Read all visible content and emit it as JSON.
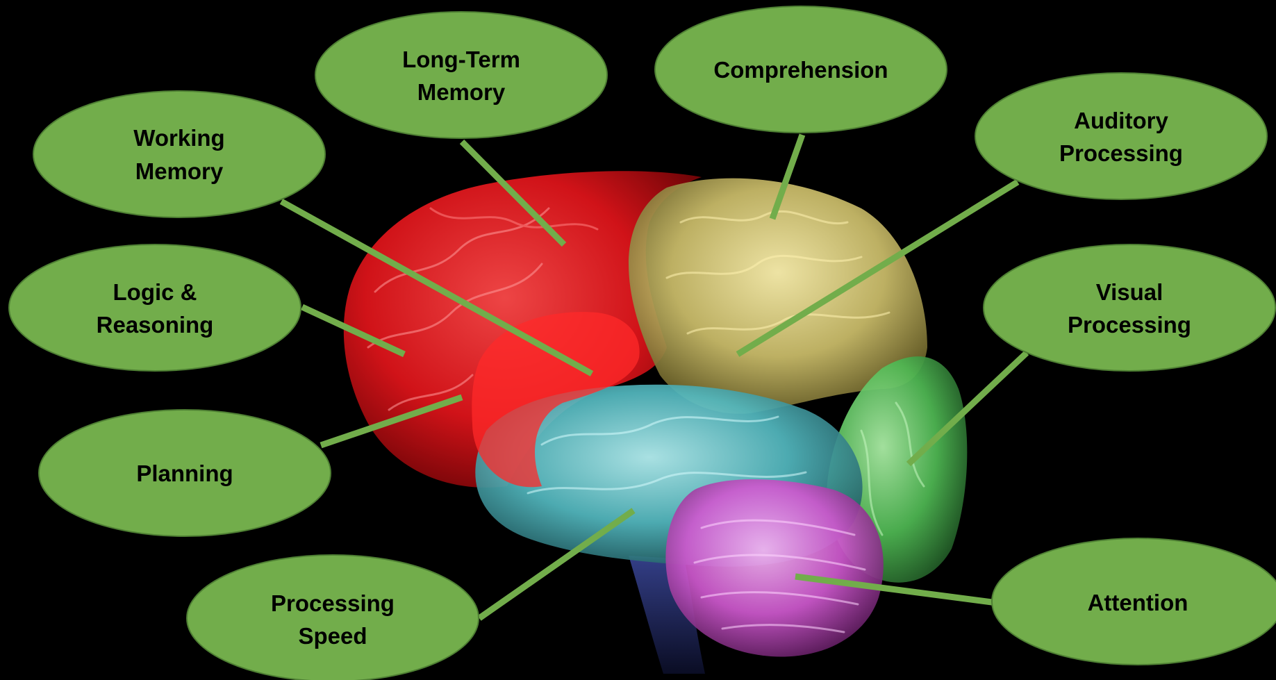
{
  "diagram": {
    "labels": [
      {
        "id": "working-memory",
        "lines": [
          "Working",
          "Memory"
        ]
      },
      {
        "id": "long-term-memory",
        "lines": [
          "Long-Term",
          "Memory"
        ]
      },
      {
        "id": "comprehension",
        "lines": [
          "Comprehension"
        ]
      },
      {
        "id": "auditory-processing",
        "lines": [
          "Auditory",
          "Processing"
        ]
      },
      {
        "id": "logic-reasoning",
        "lines": [
          "Logic &",
          "Reasoning"
        ]
      },
      {
        "id": "visual-processing",
        "lines": [
          "Visual",
          "Processing"
        ]
      },
      {
        "id": "planning",
        "lines": [
          "Planning"
        ]
      },
      {
        "id": "processing-speed",
        "lines": [
          "Processing",
          "Speed"
        ]
      },
      {
        "id": "attention",
        "lines": [
          "Attention"
        ]
      }
    ],
    "colors": {
      "background": "#000000",
      "bubble": "#72ad4b",
      "frontal_lobe": "#e0141a",
      "parietal_lobe": "#d9cc7a",
      "temporal_lobe": "#5fc3c9",
      "occipital_lobe": "#4fbf5a",
      "cerebellum": "#d45fd4"
    }
  }
}
